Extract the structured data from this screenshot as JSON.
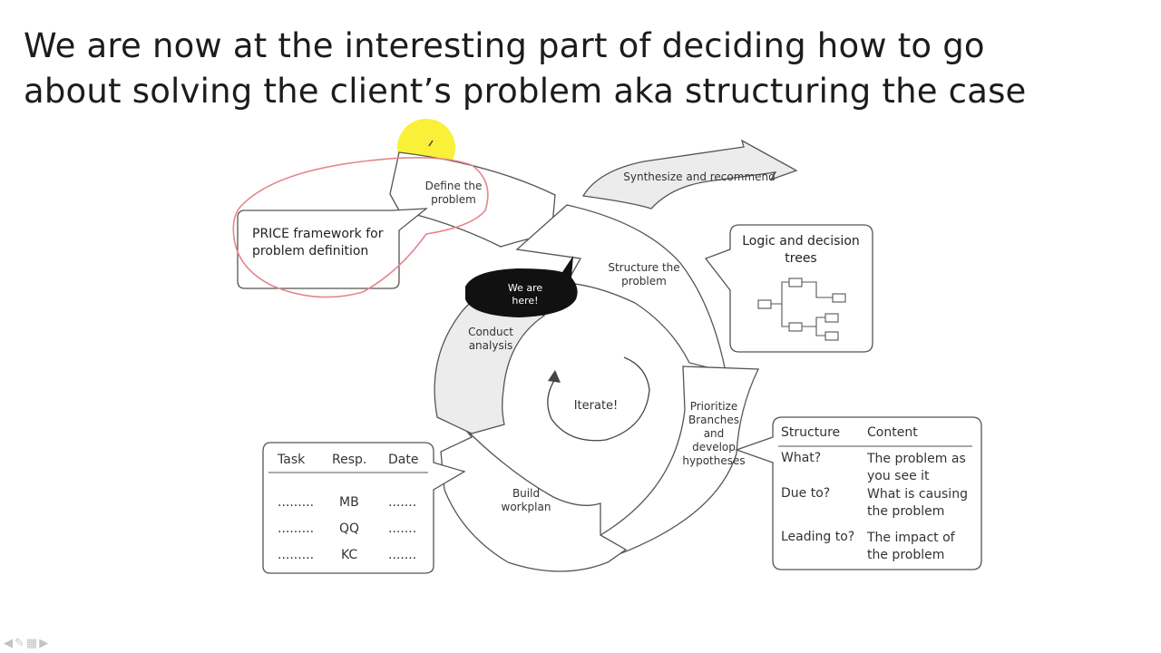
{
  "slide": {
    "title_line1": "We are now at the interesting part of deciding how to go",
    "title_line2": "about solving the client’s problem aka structuring the case"
  },
  "cycle": {
    "define": "Define the problem",
    "synthesize": "Synthesize and recommend",
    "structure": "Structure the problem",
    "prioritize": "Prioritize Branches and develop hypotheses",
    "workplan": "Build workplan",
    "analysis": "Conduct analysis",
    "center": "Iterate!",
    "marker": "We are here!"
  },
  "callouts": {
    "price": "PRICE framework for problem definition",
    "logic": "Logic and decision trees"
  },
  "workplan_table": {
    "headers": [
      "Task",
      "Resp.",
      "Date"
    ],
    "rows": [
      {
        "task": ".........",
        "resp": "MB",
        "date": "......."
      },
      {
        "task": ".........",
        "resp": "QQ",
        "date": "......."
      },
      {
        "task": ".........",
        "resp": "KC",
        "date": "......."
      }
    ]
  },
  "structure_table": {
    "headers": [
      "Structure",
      "Content"
    ],
    "rows": [
      {
        "structure": "What?",
        "content": "The problem as you see it"
      },
      {
        "structure": "Due to?",
        "content": "What is causing the problem"
      },
      {
        "structure": "Leading to?",
        "content": "The impact of the problem"
      }
    ]
  },
  "colors": {
    "highlight": "#f7f022",
    "annotation": "#e4868d",
    "shaded_segment": "#ececec",
    "outline": "#555555"
  },
  "icons": [
    "pointer-highlight-icon",
    "pen-icon",
    "prev-arrow-icon",
    "menu-icon",
    "next-arrow-icon"
  ]
}
